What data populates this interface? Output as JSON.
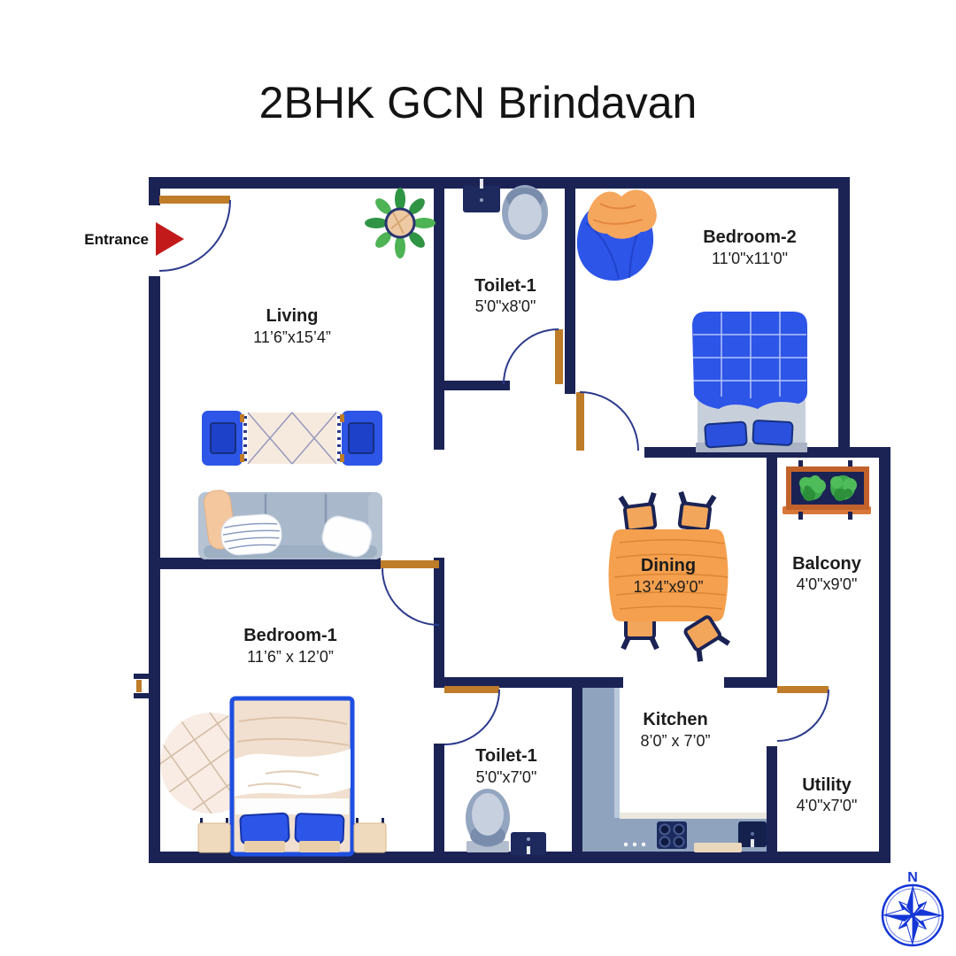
{
  "title": "2BHK GCN Brindavan",
  "entrance": {
    "label": "Entrance"
  },
  "compass": {
    "north_label": "N"
  },
  "rooms": [
    {
      "label": "Living",
      "dims": "11’6”x15’4”"
    },
    {
      "label": "Toilet-1",
      "dims": "5'0\"x8'0\""
    },
    {
      "label": "Bedroom-2",
      "dims": "11'0\"x11'0\""
    },
    {
      "label": "Dining",
      "dims": "13’4”x9’0”"
    },
    {
      "label": "Balcony",
      "dims": "4'0\"x9'0\""
    },
    {
      "label": "Bedroom-1",
      "dims": "11’6” x 12’0”"
    },
    {
      "label": "Toilet-1",
      "dims": "5'0\"x7'0\""
    },
    {
      "label": "Kitchen",
      "dims": "8’0” x 7’0”"
    },
    {
      "label": "Utility",
      "dims": "4'0\"x7'0\""
    }
  ],
  "colors": {
    "wall": "#1b2355",
    "door": "#bf7c29",
    "arc": "#2c3a8c",
    "blue": "#2d55e8",
    "blue-dark": "#1e41c9",
    "table": "#f4a04e",
    "grain": "#d47e2c",
    "counter": "#8fa3bf",
    "sofa": "#a9b8ca",
    "rug": "#f6eadf",
    "bed-tan": "#f1e0cf",
    "green": "#3da84c",
    "planter": "#c2622b",
    "fixture": "#94a5c0",
    "fixture-light": "#c6d0df",
    "red": "#c21a1a",
    "compass": "#1536d6"
  }
}
